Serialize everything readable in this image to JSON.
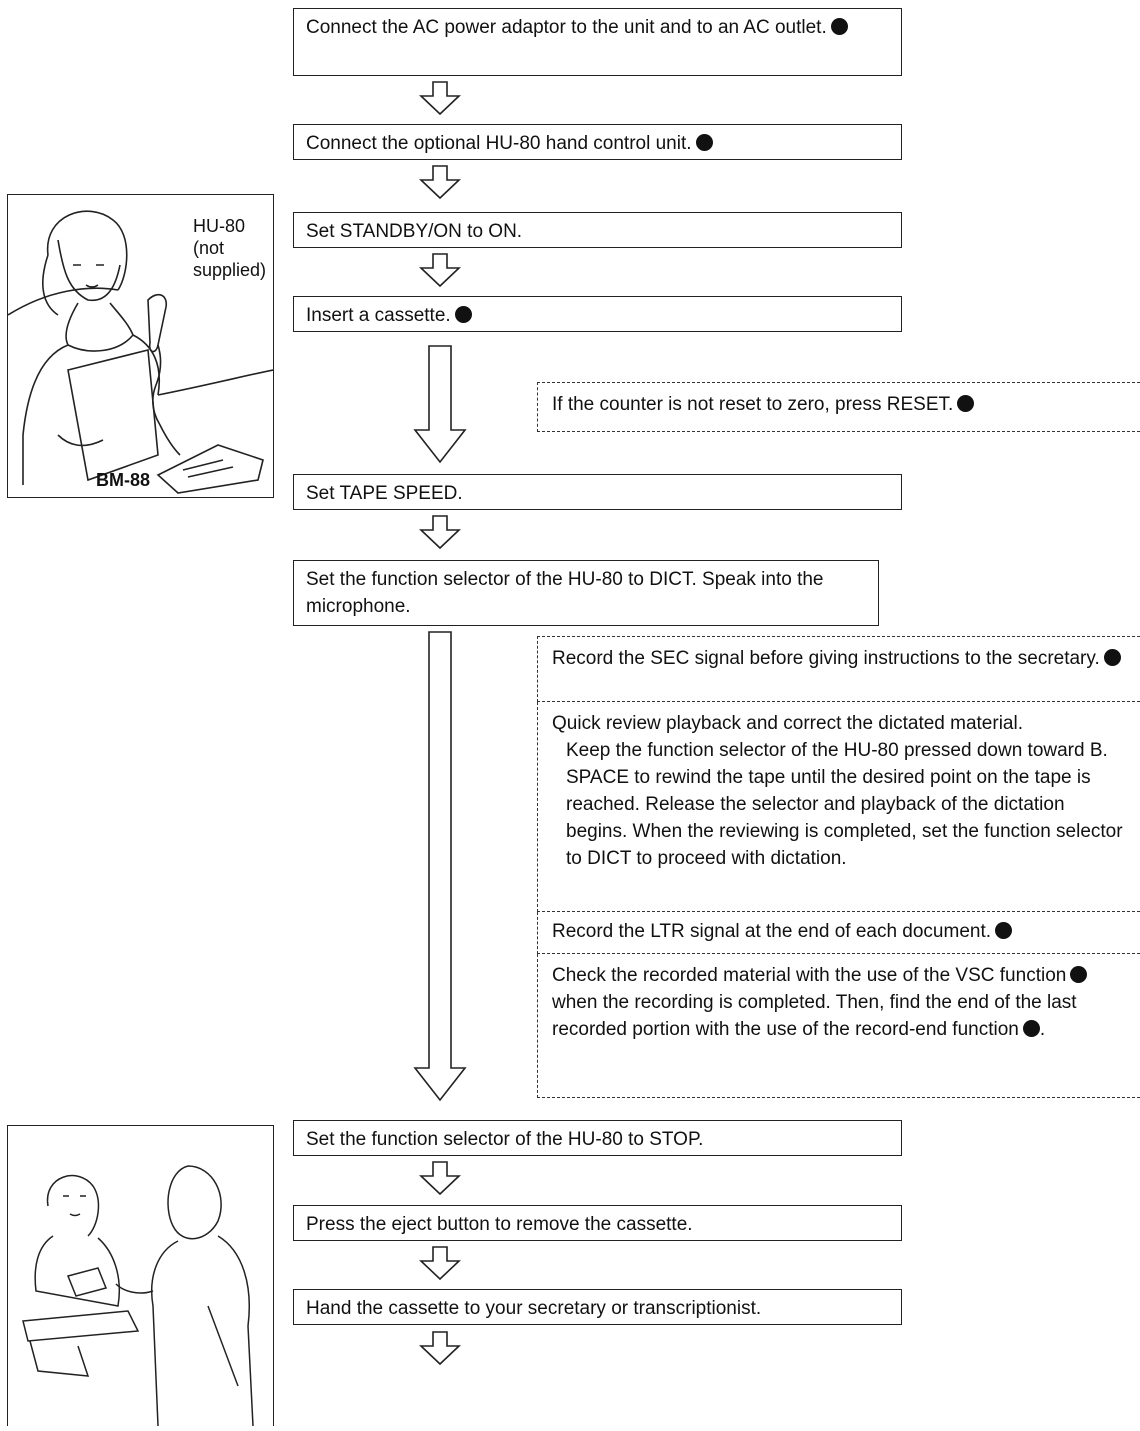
{
  "steps": [
    {
      "text": "Connect the AC power adaptor to the unit and to an AC outlet.",
      "dot": true
    },
    {
      "text": "Connect the optional HU-80 hand control unit.",
      "dot": true
    },
    {
      "text": "Set STANDBY/ON to ON.",
      "dot": false
    },
    {
      "text": "Insert a cassette.",
      "dot": true
    },
    {
      "text": "Set TAPE SPEED.",
      "dot": false
    },
    {
      "text": "Set the function selector of the HU-80 to DICT. Speak into the microphone.",
      "dot": false
    },
    {
      "text": "Set the function selector of the HU-80 to STOP.",
      "dot": false
    },
    {
      "text": "Press the eject button to remove the cassette.",
      "dot": false
    },
    {
      "text": "Hand the cassette to your secretary or transcriptionist.",
      "dot": false
    }
  ],
  "notes": {
    "reset": "If the counter is not reset to zero, press RESET.",
    "sec": "Record the SEC signal before giving instructions to the secretary.",
    "review_title": "Quick review playback and correct the dictated material.",
    "review_body": "Keep the function selector of the HU-80 pressed down toward B. SPACE to rewind the tape until the desired point on the tape is reached. Release the selector and playback of the dictation begins. When the reviewing is completed, set the function selector to DICT to proceed with dictation.",
    "ltr": "Record the LTR signal at the end of each document.",
    "vsc_a": "Check the recorded material with the use of the VSC function",
    "vsc_b": "when the recording is completed. Then, find the end of the last recorded portion with the use of the record-end function",
    "vsc_c": "."
  },
  "illustration1": {
    "label_unit": "HU-80",
    "label_note": "(not supplied)",
    "label_base": "BM-88"
  }
}
